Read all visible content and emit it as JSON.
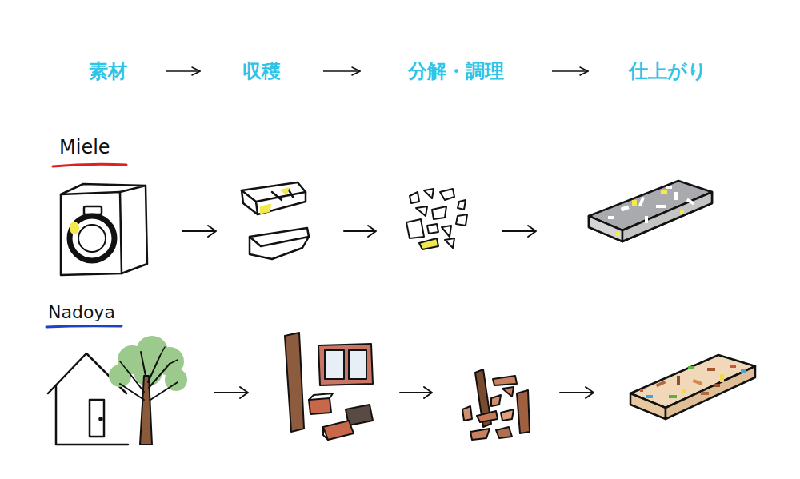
{
  "diagram": {
    "nodes": [
      {
        "text": [
          "素材"
        ]
      },
      {
        "text": [
          "収穫"
        ]
      },
      {
        "text": [
          "分解・調理"
        ]
      },
      {
        "text": [
          "仕上がり"
        ]
      }
    ],
    "edges": [
      {
        "from": 0,
        "to": 1,
        "arrow": "to"
      },
      {
        "from": 1,
        "to": 2,
        "arrow": "to"
      },
      {
        "from": 2,
        "to": 3,
        "arrow": "to"
      }
    ],
    "labels": [
      "Miele",
      "Nadoya"
    ]
  }
}
